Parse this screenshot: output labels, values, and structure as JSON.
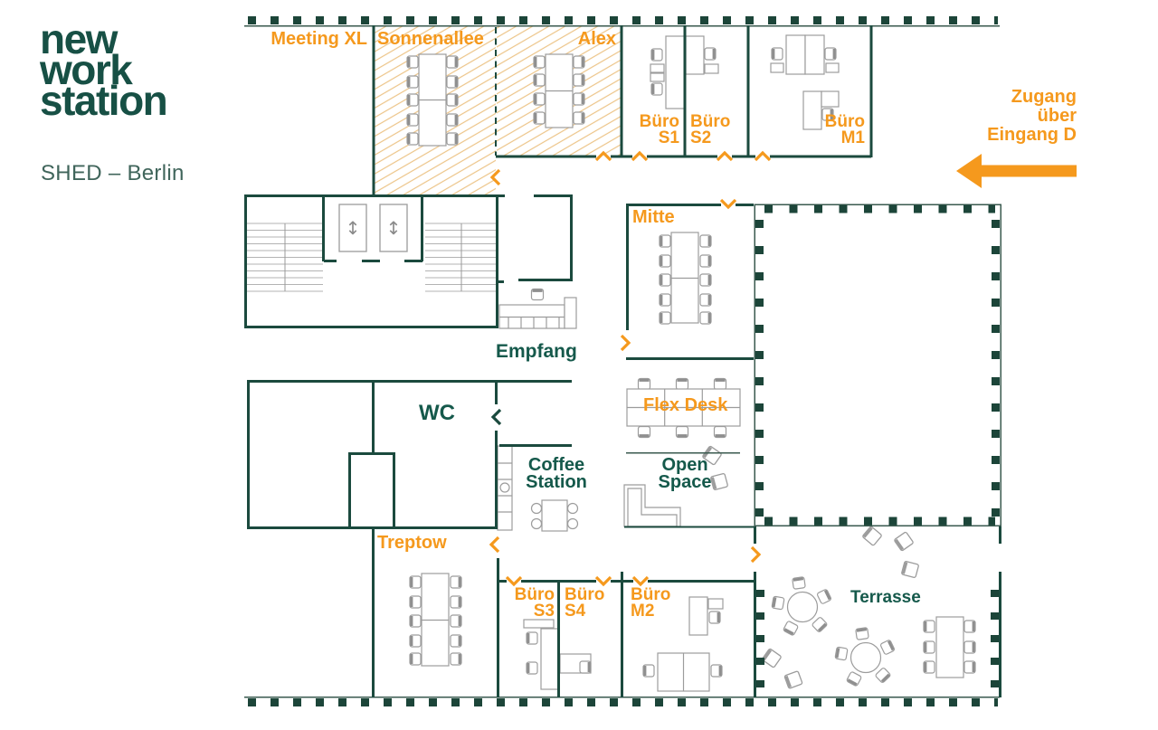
{
  "brand": {
    "lines": [
      "new",
      "work",
      "station"
    ],
    "location": "SHED – Berlin"
  },
  "rooms": {
    "meeting_xl": "Meeting XL",
    "sonnenallee": "Sonnenallee",
    "alex": "Alex",
    "s1": {
      "l1": "Büro",
      "l2": "S1"
    },
    "s2": {
      "l1": "Büro",
      "l2": "S2"
    },
    "m1": {
      "l1": "Büro",
      "l2": "M1"
    },
    "mitte": "Mitte",
    "empfang": "Empfang",
    "wc": "WC",
    "coffee": {
      "l1": "Coffee",
      "l2": "Station"
    },
    "flex_desk": "Flex Desk",
    "open_space": {
      "l1": "Open",
      "l2": "Space"
    },
    "treptow": "Treptow",
    "s3": {
      "l1": "Büro",
      "l2": "S3"
    },
    "s4": {
      "l1": "Büro",
      "l2": "S4"
    },
    "m2": {
      "l1": "Büro",
      "l2": "M2"
    },
    "terrasse": "Terrasse"
  },
  "annotations": {
    "entrance": {
      "l1": "Zugang",
      "l2": "über",
      "l3": "Eingang D"
    }
  },
  "icons": {
    "elevator_updown": "↕"
  },
  "colors": {
    "brand_green": "#175045",
    "wall_green": "#1B4A3E",
    "window_green": "#1C4539",
    "text_green": "#15594B",
    "accent_orange": "#F5991D",
    "hatch_orange": "#ECC488",
    "furniture_gray": "#9C9C9C"
  }
}
